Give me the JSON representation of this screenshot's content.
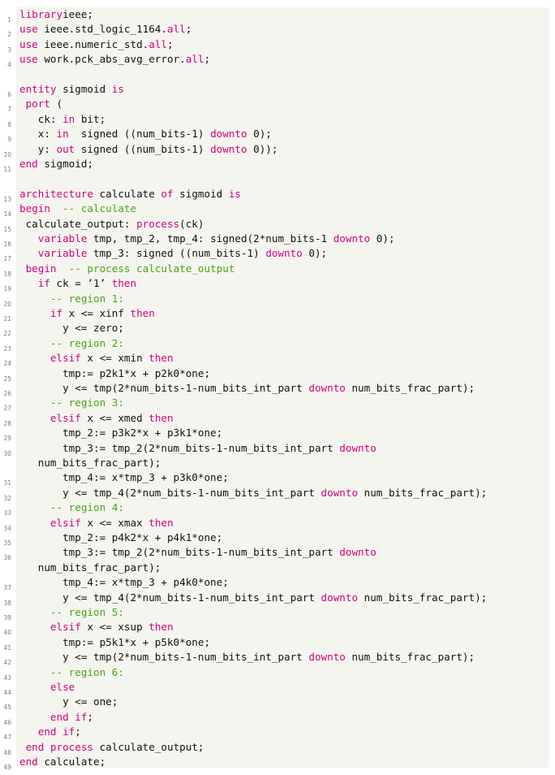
{
  "colors": {
    "keyword": "#d4007d",
    "comment": "#4aa317",
    "text": "#111111",
    "background": "#f5f5ef",
    "line_number": "#7a7a7a"
  },
  "lines": [
    {
      "n": "1",
      "segs": [
        [
          "kw",
          "library"
        ],
        [
          "",
          "ieee;"
        ]
      ]
    },
    {
      "n": "2",
      "segs": [
        [
          "kw",
          "use"
        ],
        [
          "",
          " ieee.std_logic_1164."
        ],
        [
          "kw",
          "all"
        ],
        [
          "",
          ";"
        ]
      ]
    },
    {
      "n": "3",
      "segs": [
        [
          "kw",
          "use"
        ],
        [
          "",
          " ieee.numeric_std."
        ],
        [
          "kw",
          "all"
        ],
        [
          "",
          ";"
        ]
      ]
    },
    {
      "n": "4",
      "segs": [
        [
          "kw",
          "use"
        ],
        [
          "",
          " work.pck_abs_avg_error."
        ],
        [
          "kw",
          "all"
        ],
        [
          "",
          ";"
        ]
      ]
    },
    {
      "n": "",
      "segs": []
    },
    {
      "n": "6",
      "segs": [
        [
          "kw",
          "entity"
        ],
        [
          "",
          " sigmoid "
        ],
        [
          "kw",
          "is"
        ]
      ]
    },
    {
      "n": "7",
      "segs": [
        [
          "",
          " "
        ],
        [
          "kw",
          "port"
        ],
        [
          "",
          " ("
        ]
      ]
    },
    {
      "n": "8",
      "segs": [
        [
          "",
          "   ck: "
        ],
        [
          "kw",
          "in"
        ],
        [
          "",
          " bit;"
        ]
      ]
    },
    {
      "n": "9",
      "segs": [
        [
          "",
          "   x: "
        ],
        [
          "kw",
          "in"
        ],
        [
          "",
          "  signed ((num_bits-1) "
        ],
        [
          "kw",
          "downto"
        ],
        [
          "",
          " 0);"
        ]
      ]
    },
    {
      "n": "10",
      "segs": [
        [
          "",
          "   y: "
        ],
        [
          "kw",
          "out"
        ],
        [
          "",
          " signed ((num_bits-1) "
        ],
        [
          "kw",
          "downto"
        ],
        [
          "",
          " 0));"
        ]
      ]
    },
    {
      "n": "11",
      "segs": [
        [
          "kw",
          "end"
        ],
        [
          "",
          " sigmoid;"
        ]
      ]
    },
    {
      "n": "",
      "segs": []
    },
    {
      "n": "13",
      "segs": [
        [
          "kw",
          "architecture"
        ],
        [
          "",
          " calculate "
        ],
        [
          "kw",
          "of"
        ],
        [
          "",
          " sigmoid "
        ],
        [
          "kw",
          "is"
        ]
      ]
    },
    {
      "n": "14",
      "segs": [
        [
          "kw",
          "begin"
        ],
        [
          "",
          "  "
        ],
        [
          "cm",
          "-- calculate"
        ]
      ]
    },
    {
      "n": "15",
      "segs": [
        [
          "",
          " calculate_output: "
        ],
        [
          "kw",
          "process"
        ],
        [
          "",
          "(ck)"
        ]
      ]
    },
    {
      "n": "16",
      "segs": [
        [
          "",
          "   "
        ],
        [
          "kw",
          "variable"
        ],
        [
          "",
          " tmp, tmp_2, tmp_4: signed(2*num_bits-1 "
        ],
        [
          "kw",
          "downto"
        ],
        [
          "",
          " 0);"
        ]
      ]
    },
    {
      "n": "17",
      "segs": [
        [
          "",
          "   "
        ],
        [
          "kw",
          "variable"
        ],
        [
          "",
          " tmp_3: signed ((num_bits-1) "
        ],
        [
          "kw",
          "downto"
        ],
        [
          "",
          " 0);"
        ]
      ]
    },
    {
      "n": "18",
      "segs": [
        [
          "",
          " "
        ],
        [
          "kw",
          "begin"
        ],
        [
          "",
          "  "
        ],
        [
          "cm",
          "-- process calculate_output"
        ]
      ]
    },
    {
      "n": "19",
      "segs": [
        [
          "",
          "   "
        ],
        [
          "kw",
          "if"
        ],
        [
          "",
          " ck = ’1’ "
        ],
        [
          "kw",
          "then"
        ]
      ]
    },
    {
      "n": "20",
      "segs": [
        [
          "",
          "     "
        ],
        [
          "cm",
          "-- region 1:"
        ]
      ]
    },
    {
      "n": "21",
      "segs": [
        [
          "",
          "     "
        ],
        [
          "kw",
          "if"
        ],
        [
          "",
          " x <= xinf "
        ],
        [
          "kw",
          "then"
        ]
      ]
    },
    {
      "n": "22",
      "segs": [
        [
          "",
          "       y <= zero;"
        ]
      ]
    },
    {
      "n": "23",
      "segs": [
        [
          "",
          "     "
        ],
        [
          "cm",
          "-- region 2:"
        ]
      ]
    },
    {
      "n": "24",
      "segs": [
        [
          "",
          "     "
        ],
        [
          "kw",
          "elsif"
        ],
        [
          "",
          " x <= xmin "
        ],
        [
          "kw",
          "then"
        ]
      ]
    },
    {
      "n": "25",
      "segs": [
        [
          "",
          "       tmp:= p2k1*x + p2k0*one;"
        ]
      ]
    },
    {
      "n": "26",
      "segs": [
        [
          "",
          "       y <= tmp(2*num_bits-1-num_bits_int_part "
        ],
        [
          "kw",
          "downto"
        ],
        [
          "",
          " num_bits_frac_part);"
        ]
      ]
    },
    {
      "n": "27",
      "segs": [
        [
          "",
          "     "
        ],
        [
          "cm",
          "-- region 3:"
        ]
      ]
    },
    {
      "n": "28",
      "segs": [
        [
          "",
          "     "
        ],
        [
          "kw",
          "elsif"
        ],
        [
          "",
          " x <= xmed "
        ],
        [
          "kw",
          "then"
        ]
      ]
    },
    {
      "n": "29",
      "segs": [
        [
          "",
          "       tmp_2:= p3k2*x + p3k1*one;"
        ]
      ]
    },
    {
      "n": "30",
      "segs": [
        [
          "",
          "       tmp_3:= tmp_2(2*num_bits-1-num_bits_int_part "
        ],
        [
          "kw",
          "downto"
        ]
      ]
    },
    {
      "n": "",
      "segs": [
        [
          "",
          "   num_bits_frac_part);"
        ]
      ]
    },
    {
      "n": "31",
      "segs": [
        [
          "",
          "       tmp_4:= x*tmp_3 + p3k0*one;"
        ]
      ]
    },
    {
      "n": "32",
      "segs": [
        [
          "",
          "       y <= tmp_4(2*num_bits-1-num_bits_int_part "
        ],
        [
          "kw",
          "downto"
        ],
        [
          "",
          " num_bits_frac_part);"
        ]
      ]
    },
    {
      "n": "33",
      "segs": [
        [
          "",
          "     "
        ],
        [
          "cm",
          "-- region 4:"
        ]
      ]
    },
    {
      "n": "34",
      "segs": [
        [
          "",
          "     "
        ],
        [
          "kw",
          "elsif"
        ],
        [
          "",
          " x <= xmax "
        ],
        [
          "kw",
          "then"
        ]
      ]
    },
    {
      "n": "35",
      "segs": [
        [
          "",
          "       tmp_2:= p4k2*x + p4k1*one;"
        ]
      ]
    },
    {
      "n": "36",
      "segs": [
        [
          "",
          "       tmp_3:= tmp_2(2*num_bits-1-num_bits_int_part "
        ],
        [
          "kw",
          "downto"
        ]
      ]
    },
    {
      "n": "",
      "segs": [
        [
          "",
          "   num_bits_frac_part);"
        ]
      ]
    },
    {
      "n": "37",
      "segs": [
        [
          "",
          "       tmp_4:= x*tmp_3 + p4k0*one;"
        ]
      ]
    },
    {
      "n": "38",
      "segs": [
        [
          "",
          "       y <= tmp_4(2*num_bits-1-num_bits_int_part "
        ],
        [
          "kw",
          "downto"
        ],
        [
          "",
          " num_bits_frac_part);"
        ]
      ]
    },
    {
      "n": "39",
      "segs": [
        [
          "",
          "     "
        ],
        [
          "cm",
          "-- region 5:"
        ]
      ]
    },
    {
      "n": "40",
      "segs": [
        [
          "",
          "     "
        ],
        [
          "kw",
          "elsif"
        ],
        [
          "",
          " x <= xsup "
        ],
        [
          "kw",
          "then"
        ]
      ]
    },
    {
      "n": "41",
      "segs": [
        [
          "",
          "       tmp:= p5k1*x + p5k0*one;"
        ]
      ]
    },
    {
      "n": "42",
      "segs": [
        [
          "",
          "       y <= tmp(2*num_bits-1-num_bits_int_part "
        ],
        [
          "kw",
          "downto"
        ],
        [
          "",
          " num_bits_frac_part);"
        ]
      ]
    },
    {
      "n": "43",
      "segs": [
        [
          "",
          "     "
        ],
        [
          "cm",
          "-- region 6:"
        ]
      ]
    },
    {
      "n": "44",
      "segs": [
        [
          "",
          "     "
        ],
        [
          "kw",
          "else"
        ]
      ]
    },
    {
      "n": "45",
      "segs": [
        [
          "",
          "       y <= one;"
        ]
      ]
    },
    {
      "n": "46",
      "segs": [
        [
          "",
          "     "
        ],
        [
          "kw",
          "end if"
        ],
        [
          "",
          ";"
        ]
      ]
    },
    {
      "n": "47",
      "segs": [
        [
          "",
          "   "
        ],
        [
          "kw",
          "end if"
        ],
        [
          "",
          ";"
        ]
      ]
    },
    {
      "n": "48",
      "segs": [
        [
          "",
          " "
        ],
        [
          "kw",
          "end process"
        ],
        [
          "",
          " calculate_output;"
        ]
      ]
    },
    {
      "n": "49",
      "segs": [
        [
          "kw",
          "end"
        ],
        [
          "",
          " calculate;"
        ]
      ]
    }
  ]
}
